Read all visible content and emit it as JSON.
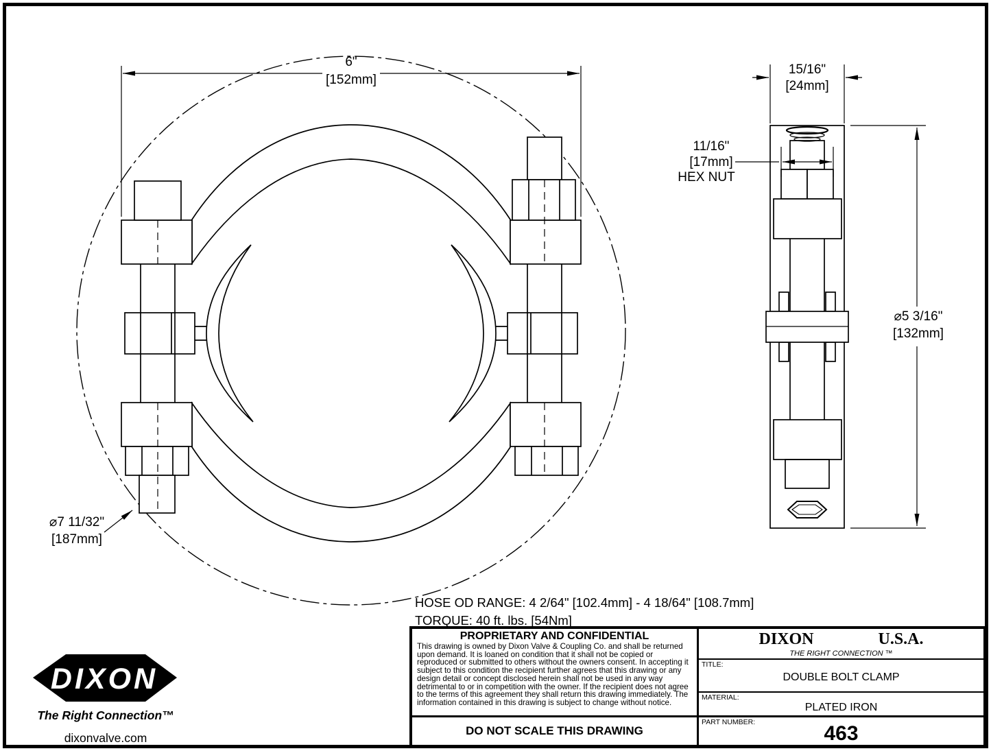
{
  "drawing": {
    "front_view": {
      "dim_width_in": "6\"",
      "dim_width_mm": "[152mm]",
      "dim_hose_in": "⌀7 11/32\"",
      "dim_hose_mm": "[187mm]"
    },
    "side_view": {
      "dim_depth_in": "15/16\"",
      "dim_depth_mm": "[24mm]",
      "dim_nut_in": "11/16\"",
      "dim_nut_mm": "[17mm]",
      "dim_nut_label": "HEX NUT",
      "dim_height_in": "⌀5 3/16\"",
      "dim_height_mm": "[132mm]"
    },
    "notes": {
      "hose_od_range": "HOSE OD RANGE: 4 2/64\" [102.4mm] - 4 18/64\" [108.7mm]",
      "torque": "TORQUE: 40 ft. lbs. [54Nm]"
    }
  },
  "title_block": {
    "proprietary_heading": "PROPRIETARY AND CONFIDENTIAL",
    "proprietary_body": "This drawing is owned by Dixon Valve & Coupling Co. and shall be returned upon demand.  It is loaned on condition that it shall not be copied or reproduced or submitted to others without the owners consent.  In accepting it subject to this condition the recipient further agrees that this drawing or any design detail or concept disclosed herein shall not be used in any way detrimental to or in competition with the owner. If the recipient does not agree to the terms of this agreement they shall return this drawing immediately. The information contained in this drawing is subject to change without notice.",
    "do_not_scale": "DO NOT SCALE THIS DRAWING",
    "brand_left": "DIXON",
    "brand_right": "U.S.A.",
    "brand_tagline": "THE RIGHT CONNECTION ™",
    "title_label": "TITLE:",
    "title_value": "DOUBLE BOLT CLAMP",
    "material_label": "MATERIAL:",
    "material_value": "PLATED IRON",
    "part_number_label": "PART NUMBER:",
    "part_number_value": "463"
  },
  "footer": {
    "logo_text": "DIXON",
    "tagline": "The Right Connection™",
    "website": "dixonvalve.com"
  },
  "colors": {
    "ink": "#000000",
    "paper": "#ffffff"
  }
}
